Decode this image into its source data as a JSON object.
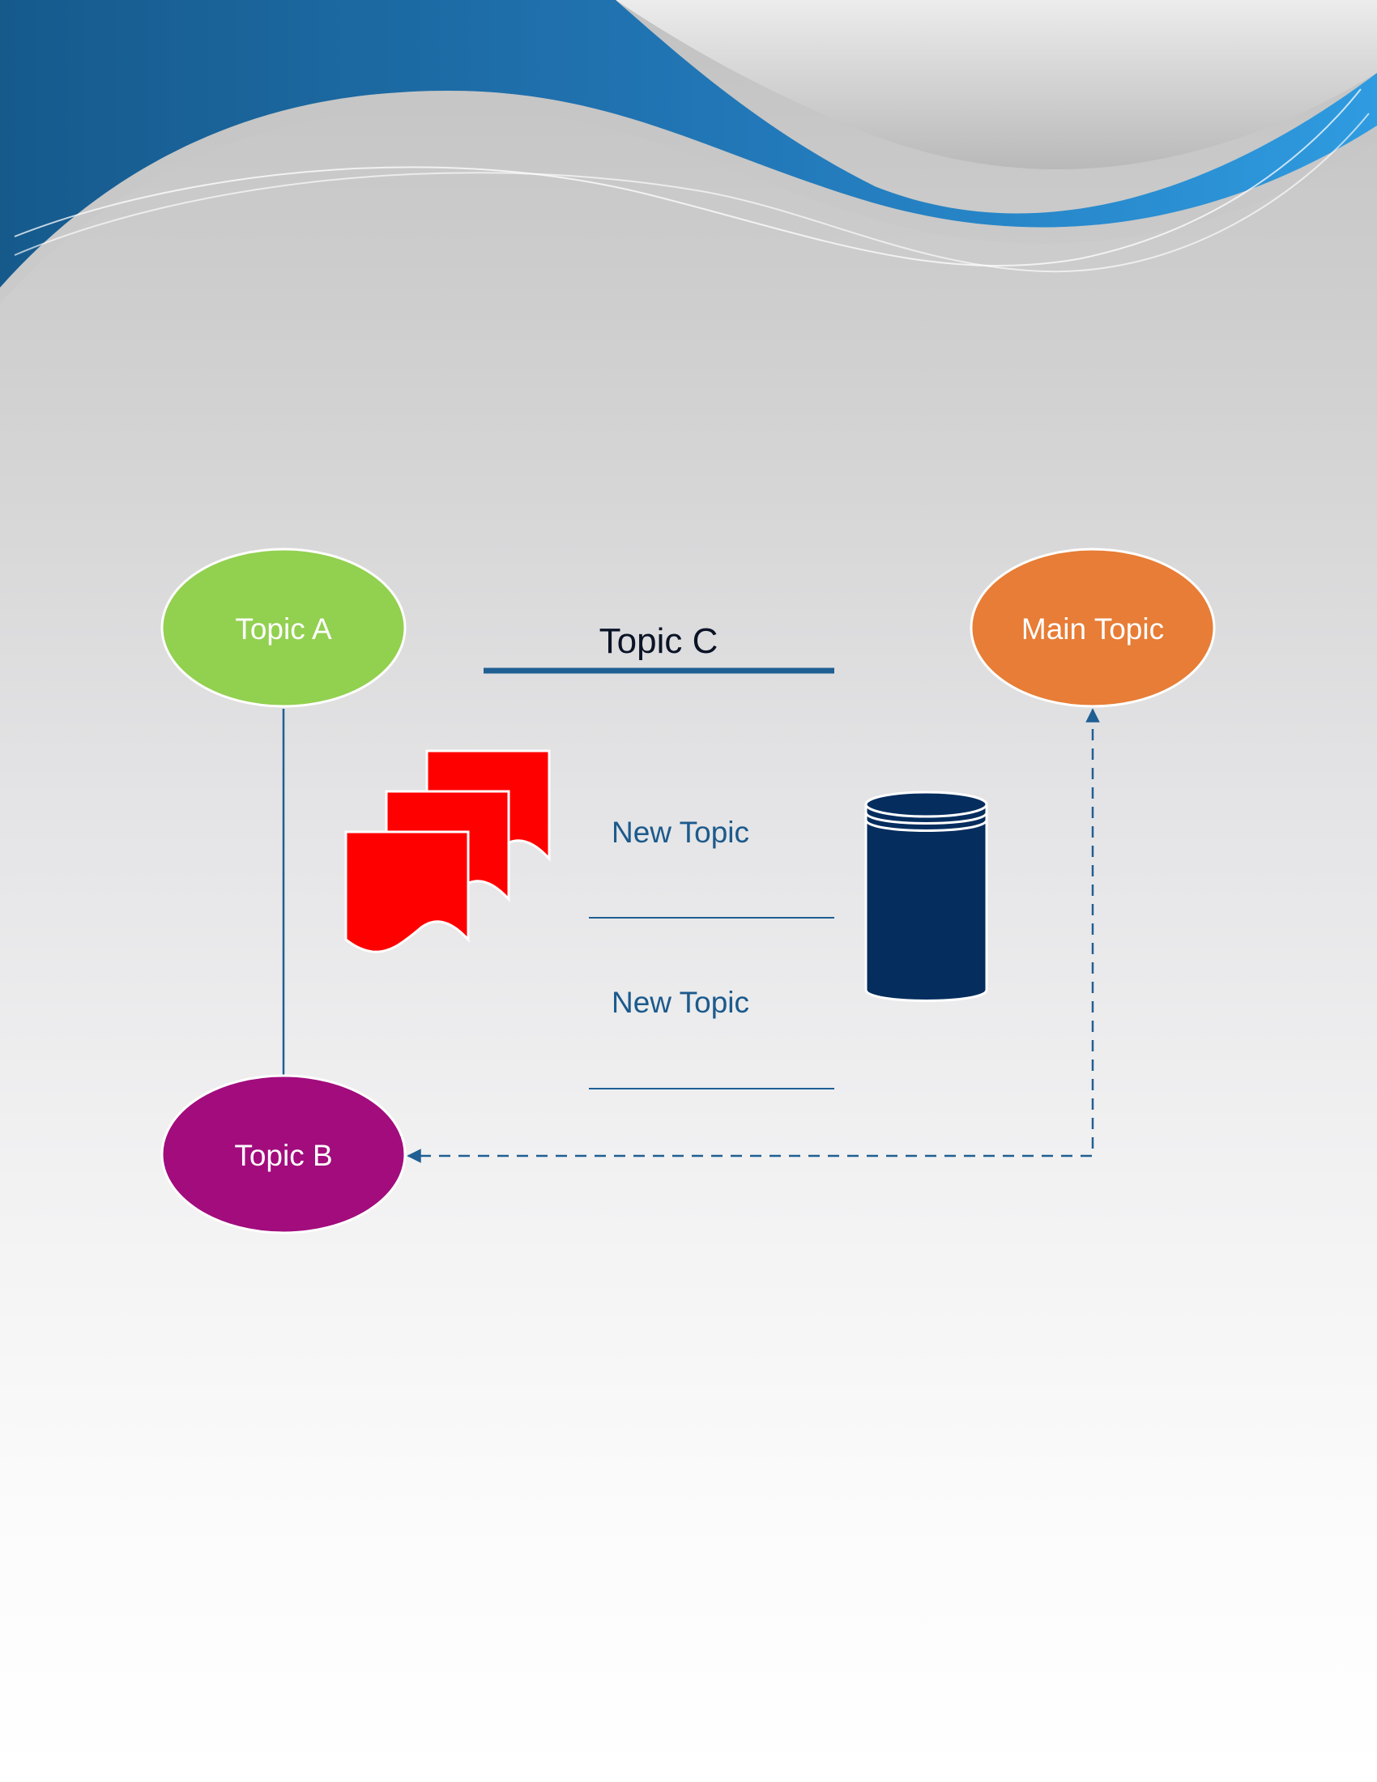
{
  "diagram": {
    "nodes": {
      "topic_a": {
        "label": "Topic A",
        "color": "#92d050"
      },
      "topic_b": {
        "label": "Topic B",
        "color": "#a20c7d"
      },
      "main_topic": {
        "label": "Main Topic",
        "color": "#e77d36"
      }
    },
    "topic_c": {
      "label": "Topic C",
      "underline_color": "#1f5f93"
    },
    "new_topics": [
      {
        "label": "New Topic"
      },
      {
        "label": "New Topic"
      }
    ],
    "icons": {
      "documents": {
        "name": "multiple-documents-icon",
        "color": "#ff0000"
      },
      "database": {
        "name": "database-icon",
        "color": "#052d5e"
      }
    },
    "connectors": {
      "a_to_b": {
        "style": "solid",
        "color": "#1f5f93"
      },
      "main_to_b": {
        "style": "dashed",
        "arrow": "both",
        "color": "#1f5f93"
      }
    },
    "header": {
      "colors": [
        "#165a8c",
        "#2f9be0",
        "#b9b9b9",
        "#e6e6e6"
      ]
    }
  }
}
